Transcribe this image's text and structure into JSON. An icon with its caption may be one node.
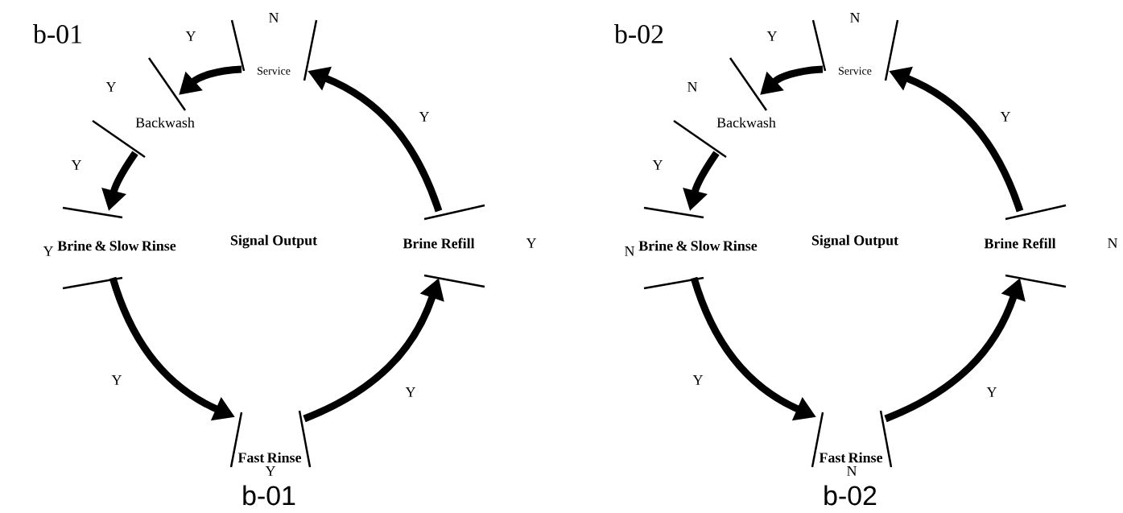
{
  "diagram": {
    "nodes": [
      {
        "text": [
          "Service"
        ],
        "beside": [
          "N"
        ]
      },
      {
        "text": [
          "Backwash"
        ],
        "beside": [
          "Y"
        ]
      },
      {
        "text": [
          "Brine & Slow Rinse"
        ],
        "beside": [
          "Y"
        ]
      },
      {
        "text": [
          "Brine Refill"
        ],
        "beside": [
          "Y"
        ]
      },
      {
        "text": [
          "Fast Rinse"
        ],
        "beside": [
          "Y"
        ]
      },
      {
        "text": [
          "Service"
        ],
        "beside": [
          "N"
        ]
      },
      {
        "text": [
          "Backwash"
        ],
        "beside": [
          "N"
        ]
      },
      {
        "text": [
          "Brine & Slow Rinse"
        ],
        "beside": [
          "N"
        ]
      },
      {
        "text": [
          "Brine Refill"
        ],
        "beside": [
          "N"
        ]
      },
      {
        "text": [
          "Fast Rinse"
        ],
        "beside": [
          "N"
        ]
      }
    ],
    "edges": [
      {
        "from": 0,
        "to": 1,
        "arrow": "to",
        "label": "Y"
      },
      {
        "from": 1,
        "to": 2,
        "arrow": "to",
        "label": "Y"
      },
      {
        "from": 2,
        "to": 4,
        "arrow": "to",
        "label": "Y"
      },
      {
        "from": 4,
        "to": 3,
        "arrow": "to",
        "label": "Y"
      },
      {
        "from": 3,
        "to": 0,
        "arrow": "to",
        "label": "Y"
      },
      {
        "from": 5,
        "to": 6,
        "arrow": "to",
        "label": "Y"
      },
      {
        "from": 6,
        "to": 7,
        "arrow": "to",
        "label": "Y"
      },
      {
        "from": 7,
        "to": 9,
        "arrow": "to",
        "label": "Y"
      },
      {
        "from": 9,
        "to": 8,
        "arrow": "to",
        "label": "Y"
      },
      {
        "from": 8,
        "to": 5,
        "arrow": "to",
        "label": "Y"
      }
    ],
    "labels": [
      "b-01",
      "b-02",
      "Signal Output",
      "Signal Output",
      "b-01",
      "b-02"
    ]
  }
}
